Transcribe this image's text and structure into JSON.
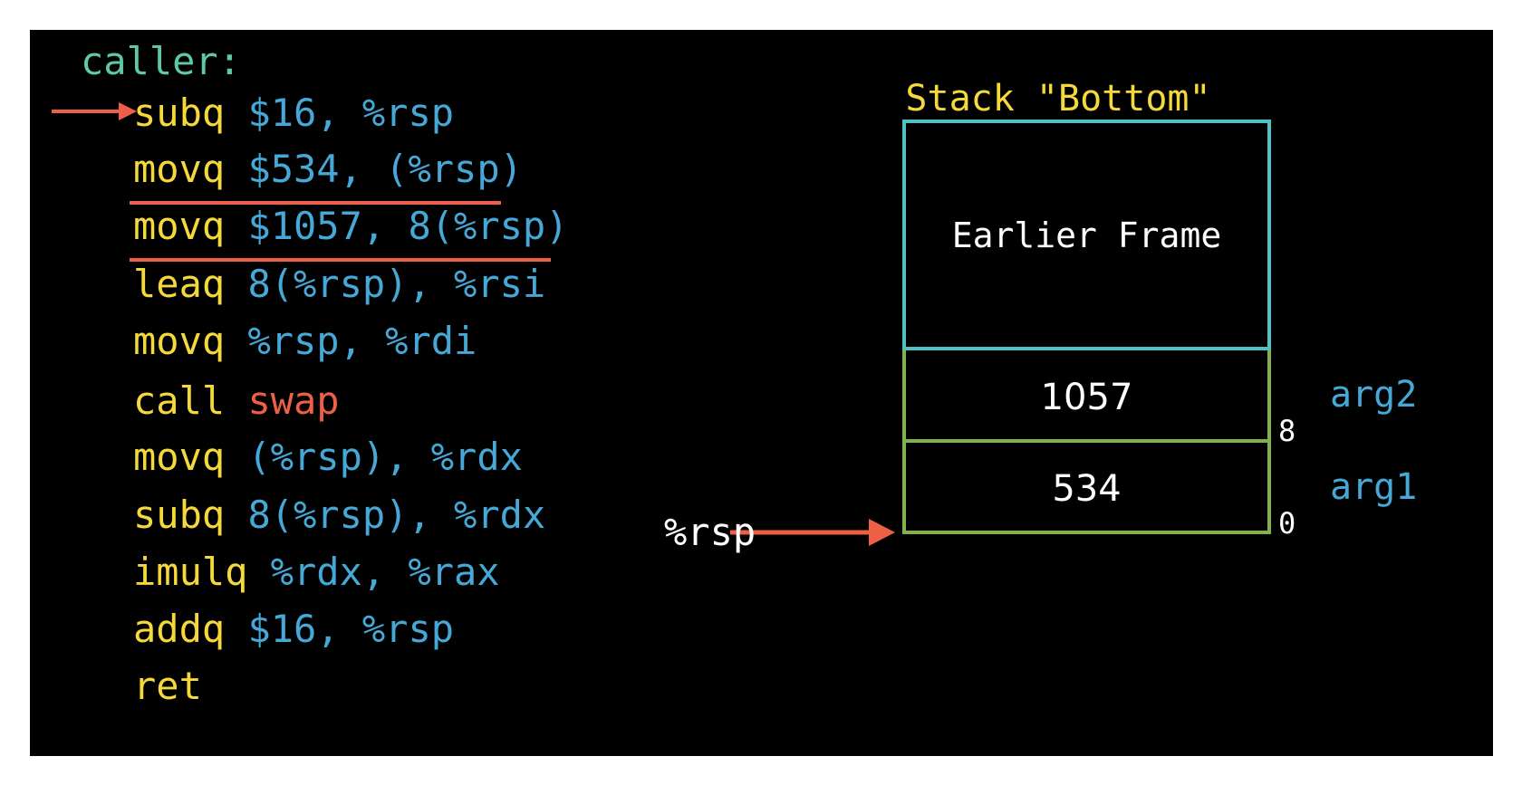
{
  "code": {
    "label": "caller:",
    "lines": [
      {
        "mn": "subq",
        "ops": "$16, %rsp"
      },
      {
        "mn": "movq",
        "ops": "$534, (%rsp)"
      },
      {
        "mn": "movq",
        "ops": "$1057, 8(%rsp)"
      },
      {
        "mn": "leaq",
        "ops": "8(%rsp), %rsi"
      },
      {
        "mn": "movq",
        "ops": "%rsp, %rdi"
      },
      {
        "mn": "call",
        "ops": "swap"
      },
      {
        "mn": "movq",
        "ops": "(%rsp), %rdx"
      },
      {
        "mn": "subq",
        "ops": "8(%rsp), %rdx"
      },
      {
        "mn": "imulq",
        "ops": "%rdx, %rax"
      },
      {
        "mn": "addq",
        "ops": "$16, %rsp"
      },
      {
        "mn": "ret",
        "ops": ""
      }
    ]
  },
  "stack": {
    "title": "Stack \"Bottom\"",
    "earlier_frame": "Earlier Frame",
    "slot_upper": "1057",
    "slot_lower": "534",
    "label_upper": "arg2",
    "label_lower": "arg1",
    "offset_upper": "8",
    "offset_lower": "0",
    "pointer": "%rsp"
  },
  "colors": {
    "mnemonic": "#f5d93a",
    "operand": "#46a8d6",
    "function": "#ee6045",
    "label": "#5ec8a8",
    "arrow": "#ee6045",
    "frame_border": "#4fc3c3",
    "slot_border": "#7fb24a"
  }
}
